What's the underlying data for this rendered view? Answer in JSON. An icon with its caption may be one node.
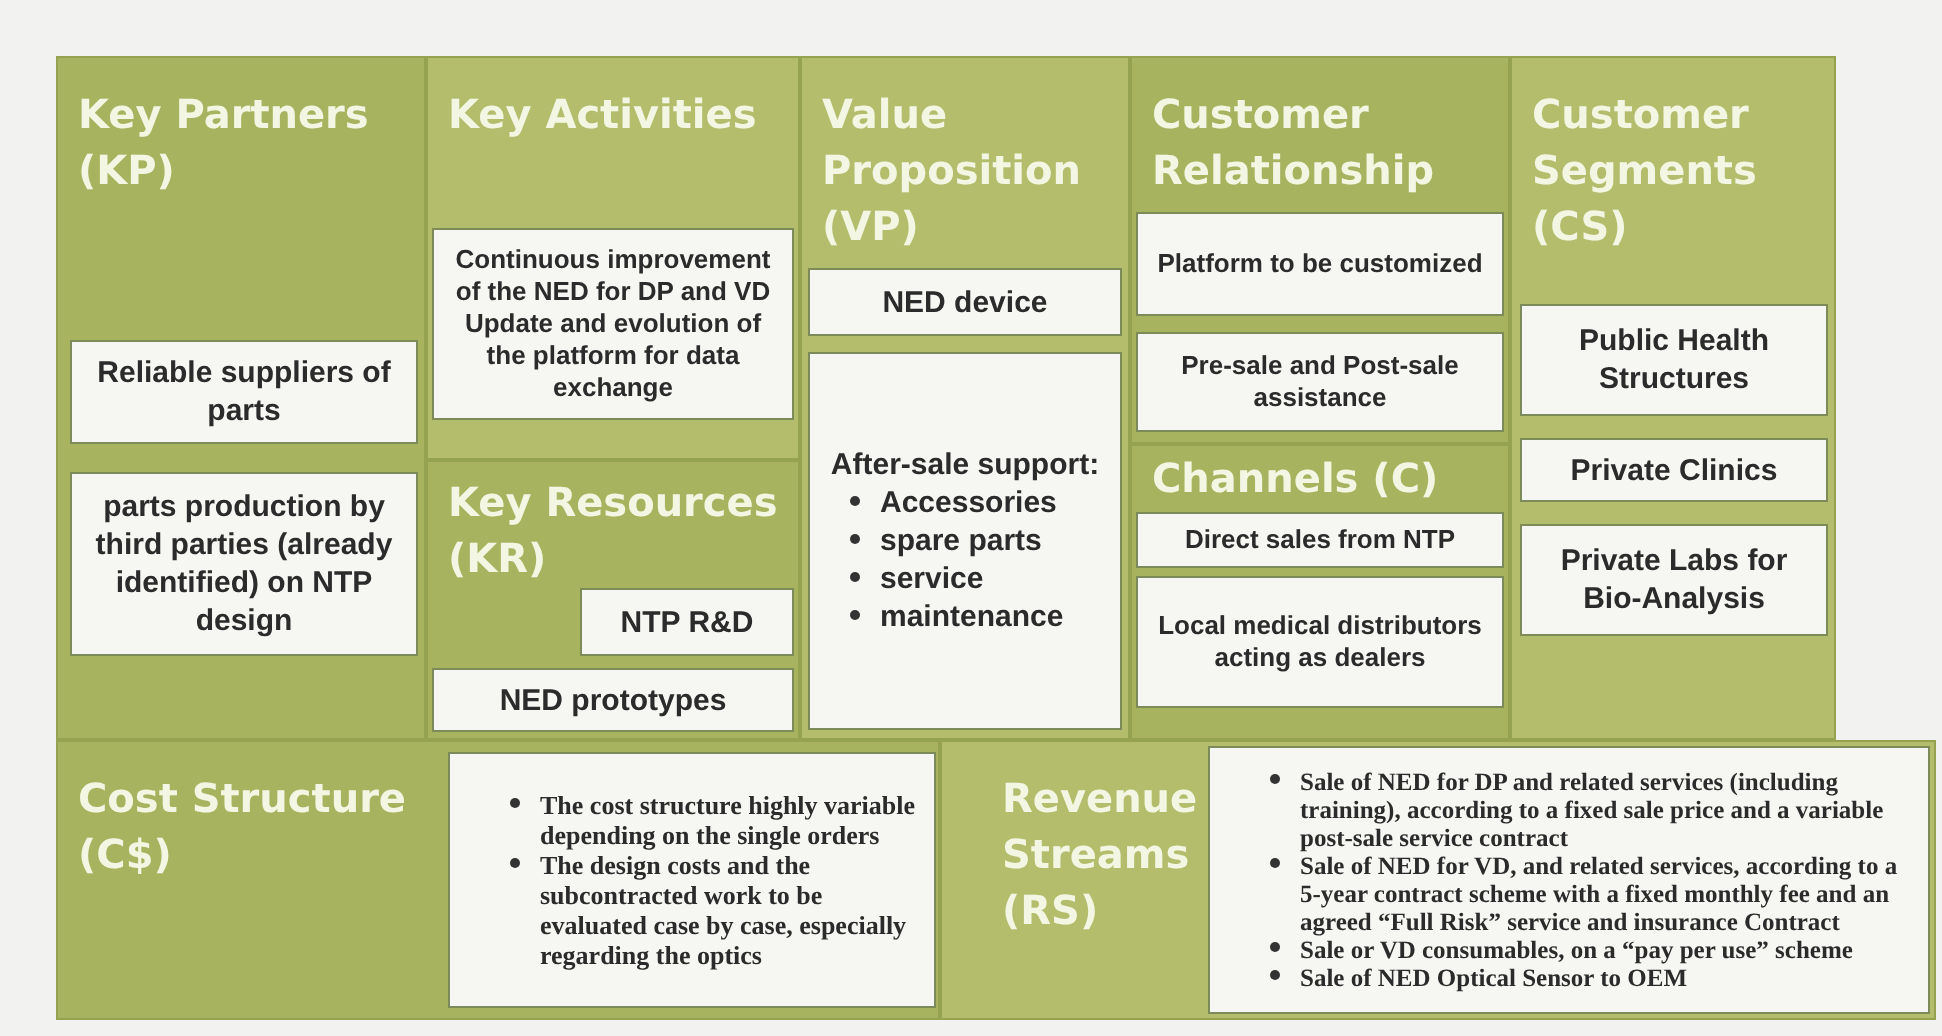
{
  "diagram": {
    "nodes": [
      {
        "text": [
          "Key Partners (KP)"
        ]
      },
      {
        "text": [
          "Reliable suppliers of parts"
        ],
        "in": 0
      },
      {
        "text": [
          "parts production by third parties (already identified) on NTP design"
        ],
        "in": 0
      },
      {
        "text": [
          "Key Activities"
        ]
      },
      {
        "text": [
          "Continuous improvement of the NED for DP and VD",
          "Update and evolution of the platform for data exchange"
        ],
        "in": 3
      },
      {
        "text": [
          "Key Resources (KR)"
        ]
      },
      {
        "text": [
          "NTP R&D"
        ],
        "in": 5
      },
      {
        "text": [
          "NED prototypes"
        ],
        "in": 5
      },
      {
        "text": [
          "Value Proposition (VP)"
        ]
      },
      {
        "text": [
          "NED device"
        ],
        "in": 8
      },
      {
        "text": [
          "After-sale support:",
          "Accessories",
          "spare parts",
          "service",
          "maintenance"
        ],
        "in": 8
      },
      {
        "text": [
          "Customer Relationship"
        ]
      },
      {
        "text": [
          "Platform to be customized"
        ],
        "in": 11
      },
      {
        "text": [
          "Pre-sale and Post-sale assistance"
        ],
        "in": 11
      },
      {
        "text": [
          "Channels (C)"
        ]
      },
      {
        "text": [
          "Direct sales from NTP"
        ],
        "in": 14
      },
      {
        "text": [
          "Local medical distributors acting as dealers"
        ],
        "in": 14
      },
      {
        "text": [
          "Customer Segments (CS)"
        ]
      },
      {
        "text": [
          "Public Health Structures"
        ],
        "in": 17
      },
      {
        "text": [
          "Private Clinics"
        ],
        "in": 17
      },
      {
        "text": [
          "Private Labs for Bio-Analysis"
        ],
        "in": 17
      },
      {
        "text": [
          "Cost Structure (C$)"
        ]
      },
      {
        "text": [
          "The cost structure highly variable depending on the single orders",
          "The design costs and the subcontracted work to be evaluated case by case, especially regarding the optics"
        ],
        "in": 21
      },
      {
        "text": [
          "Revenue Streams (RS)"
        ]
      },
      {
        "text": [
          "Sale of NED for DP and related services (including training), according to a fixed sale price and a variable post-sale service contract",
          "Sale of NED for VD, and related services, according to a 5-year contract scheme with a fixed monthly fee and an agreed “Full Risk” service and insurance Contract",
          "Sale or VD consumables, on a “pay per use” scheme",
          "Sale of NED Optical Sensor to OEM"
        ],
        "in": 23
      }
    ]
  }
}
